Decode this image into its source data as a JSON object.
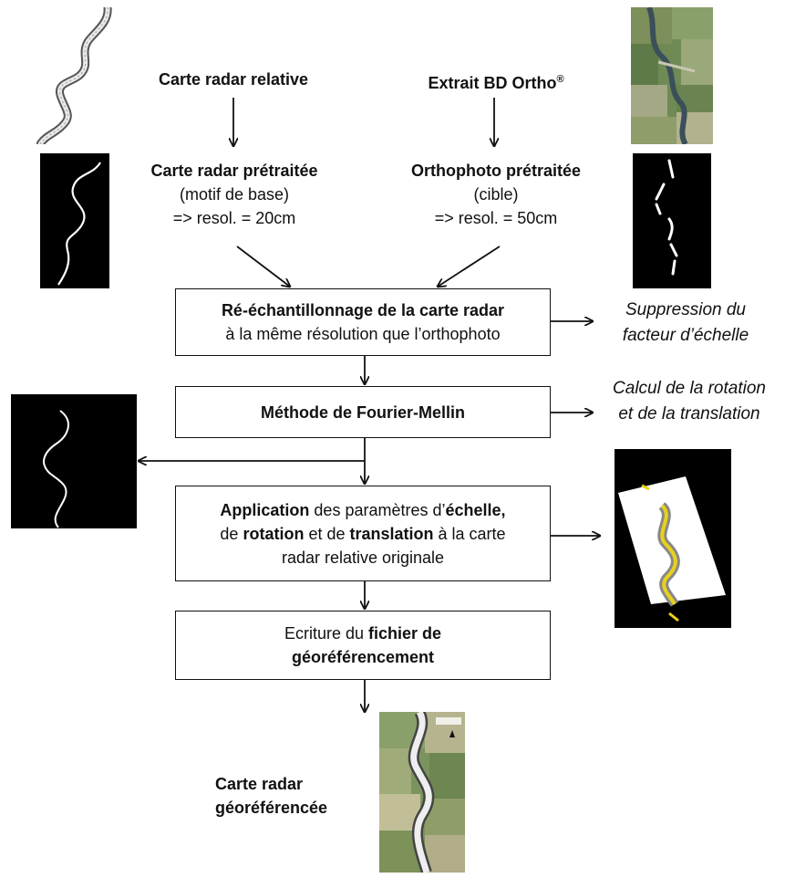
{
  "top": {
    "left_source": "Carte radar relative",
    "right_source_main": "Extrait BD Ortho",
    "right_source_sup": "®"
  },
  "preprocessed": {
    "left": {
      "title": "Carte radar prétraitée",
      "line2": "(motif de base)",
      "line3": "=> resol. = 20cm"
    },
    "right": {
      "title": "Orthophoto prétraitée",
      "line2": "(cible)",
      "line3": "=> resol. = 50cm"
    }
  },
  "steps": {
    "resample": {
      "bold": "Ré-échantillonnage de la carte radar",
      "normal": "à la même résolution que l’orthophoto"
    },
    "fourier": {
      "bold": "Méthode de Fourier-Mellin"
    },
    "application": {
      "w1": "Application",
      "w2": " des paramètres d’",
      "w3": "échelle",
      "w4": ",",
      "w5": "de ",
      "w6": "rotation",
      "w7": " et de ",
      "w8": "translation",
      "w9": " à la carte",
      "w10": "radar relative originale"
    },
    "ecriture": {
      "w1": "Ecriture du ",
      "w2": "fichier de",
      "w3": "géoréférencement"
    }
  },
  "side_notes": {
    "suppression_line1": "Suppression du",
    "suppression_line2": "facteur d’échelle",
    "calcul_line1": "Calcul de la rotation",
    "calcul_line2": "et de la translation"
  },
  "result": {
    "line1": "Carte radar",
    "line2": "géoréférencée"
  },
  "colors": {
    "box_border": "#111111",
    "binary_background": "#000000",
    "binary_river": "#ffffff",
    "overlay_river": "#e8d21a",
    "aerial_green": "#6f8a55"
  }
}
